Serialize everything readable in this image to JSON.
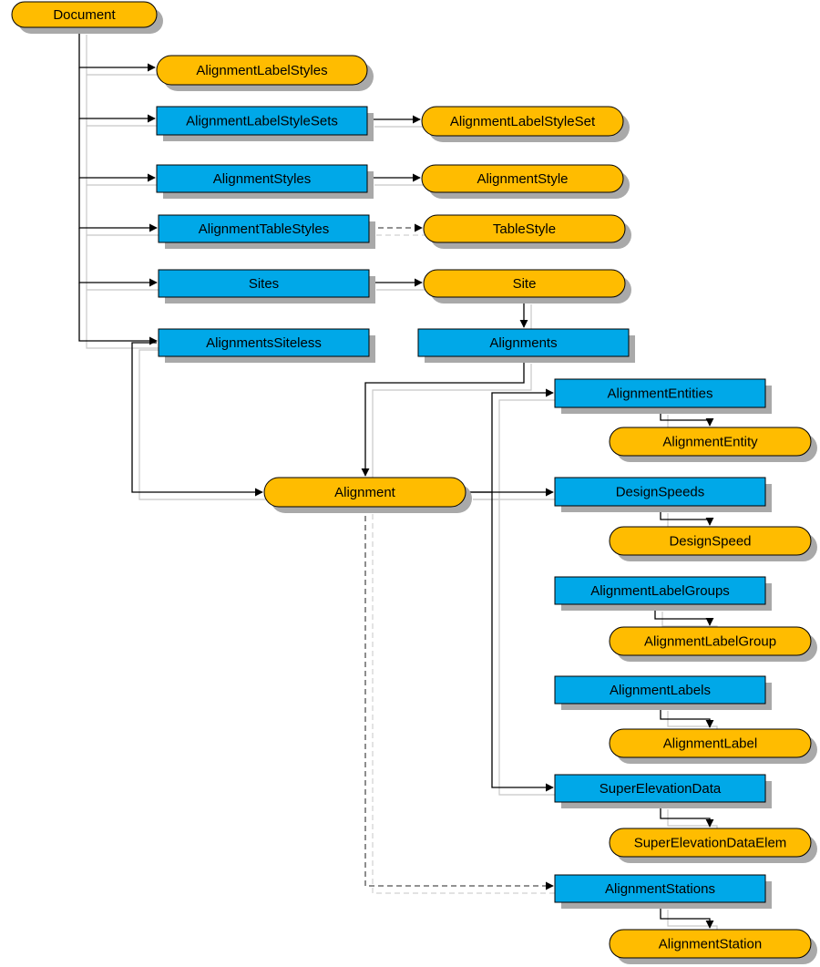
{
  "colors": {
    "collection_fill": "#00a8e8",
    "object_fill": "#ffbc00",
    "shadow": "#a9a9a9",
    "line_dark": "#000000",
    "line_light": "#c8c8c8",
    "dashed_dark": "#505050",
    "dashed_light": "#d0d0d0"
  },
  "legend_note": "",
  "nodes": [
    {
      "id": "document",
      "kind": "object",
      "label": "Document"
    },
    {
      "id": "alignment-label-styles",
      "kind": "object",
      "label": "AlignmentLabelStyles"
    },
    {
      "id": "alignment-label-style-sets",
      "kind": "collection",
      "label": "AlignmentLabelStyleSets"
    },
    {
      "id": "alignment-label-style-set",
      "kind": "object",
      "label": "AlignmentLabelStyleSet"
    },
    {
      "id": "alignment-styles",
      "kind": "collection",
      "label": "AlignmentStyles"
    },
    {
      "id": "alignment-style",
      "kind": "object",
      "label": "AlignmentStyle"
    },
    {
      "id": "alignment-table-styles",
      "kind": "collection",
      "label": "AlignmentTableStyles"
    },
    {
      "id": "table-style",
      "kind": "object",
      "label": "TableStyle"
    },
    {
      "id": "sites",
      "kind": "collection",
      "label": "Sites"
    },
    {
      "id": "site",
      "kind": "object",
      "label": "Site"
    },
    {
      "id": "alignments-siteless",
      "kind": "collection",
      "label": "AlignmentsSiteless"
    },
    {
      "id": "alignments",
      "kind": "collection",
      "label": "Alignments"
    },
    {
      "id": "alignment-entities",
      "kind": "collection",
      "label": "AlignmentEntities"
    },
    {
      "id": "alignment-entity",
      "kind": "object",
      "label": "AlignmentEntity"
    },
    {
      "id": "alignment",
      "kind": "object",
      "label": "Alignment"
    },
    {
      "id": "design-speeds",
      "kind": "collection",
      "label": "DesignSpeeds"
    },
    {
      "id": "design-speed",
      "kind": "object",
      "label": "DesignSpeed"
    },
    {
      "id": "alignment-label-groups",
      "kind": "collection",
      "label": "AlignmentLabelGroups"
    },
    {
      "id": "alignment-label-group",
      "kind": "object",
      "label": "AlignmentLabelGroup"
    },
    {
      "id": "alignment-labels",
      "kind": "collection",
      "label": "AlignmentLabels"
    },
    {
      "id": "alignment-label",
      "kind": "object",
      "label": "AlignmentLabel"
    },
    {
      "id": "super-elevation-data",
      "kind": "collection",
      "label": "SuperElevationData"
    },
    {
      "id": "super-elevation-data-elem",
      "kind": "object",
      "label": "SuperElevationDataElem"
    },
    {
      "id": "alignment-stations",
      "kind": "collection",
      "label": "AlignmentStations"
    },
    {
      "id": "alignment-station",
      "kind": "object",
      "label": "AlignmentStation"
    }
  ],
  "edges": [
    {
      "from": "document",
      "to": "alignment-label-styles",
      "style": "solid"
    },
    {
      "from": "document",
      "to": "alignment-label-style-sets",
      "style": "solid"
    },
    {
      "from": "document",
      "to": "alignment-styles",
      "style": "solid"
    },
    {
      "from": "document",
      "to": "alignment-table-styles",
      "style": "solid"
    },
    {
      "from": "document",
      "to": "sites",
      "style": "solid"
    },
    {
      "from": "document",
      "to": "alignments-siteless",
      "style": "solid"
    },
    {
      "from": "alignment-label-style-sets",
      "to": "alignment-label-style-set",
      "style": "solid"
    },
    {
      "from": "alignment-styles",
      "to": "alignment-style",
      "style": "solid"
    },
    {
      "from": "alignment-table-styles",
      "to": "table-style",
      "style": "dashed"
    },
    {
      "from": "sites",
      "to": "site",
      "style": "solid"
    },
    {
      "from": "site",
      "to": "alignments",
      "style": "solid"
    },
    {
      "from": "alignments-siteless",
      "to": "alignment",
      "style": "solid"
    },
    {
      "from": "alignments",
      "to": "alignment",
      "style": "solid"
    },
    {
      "from": "alignment",
      "to": "alignment-entities",
      "style": "solid"
    },
    {
      "from": "alignment",
      "to": "design-speeds",
      "style": "solid"
    },
    {
      "from": "alignment",
      "to": "super-elevation-data",
      "style": "solid"
    },
    {
      "from": "alignment",
      "to": "alignment-stations",
      "style": "dashed"
    },
    {
      "from": "alignment-entities",
      "to": "alignment-entity",
      "style": "solid"
    },
    {
      "from": "design-speeds",
      "to": "design-speed",
      "style": "solid"
    },
    {
      "from": "alignment-label-groups",
      "to": "alignment-label-group",
      "style": "solid"
    },
    {
      "from": "alignment-labels",
      "to": "alignment-label",
      "style": "solid"
    },
    {
      "from": "super-elevation-data",
      "to": "super-elevation-data-elem",
      "style": "solid"
    },
    {
      "from": "alignment-stations",
      "to": "alignment-station",
      "style": "solid"
    }
  ]
}
